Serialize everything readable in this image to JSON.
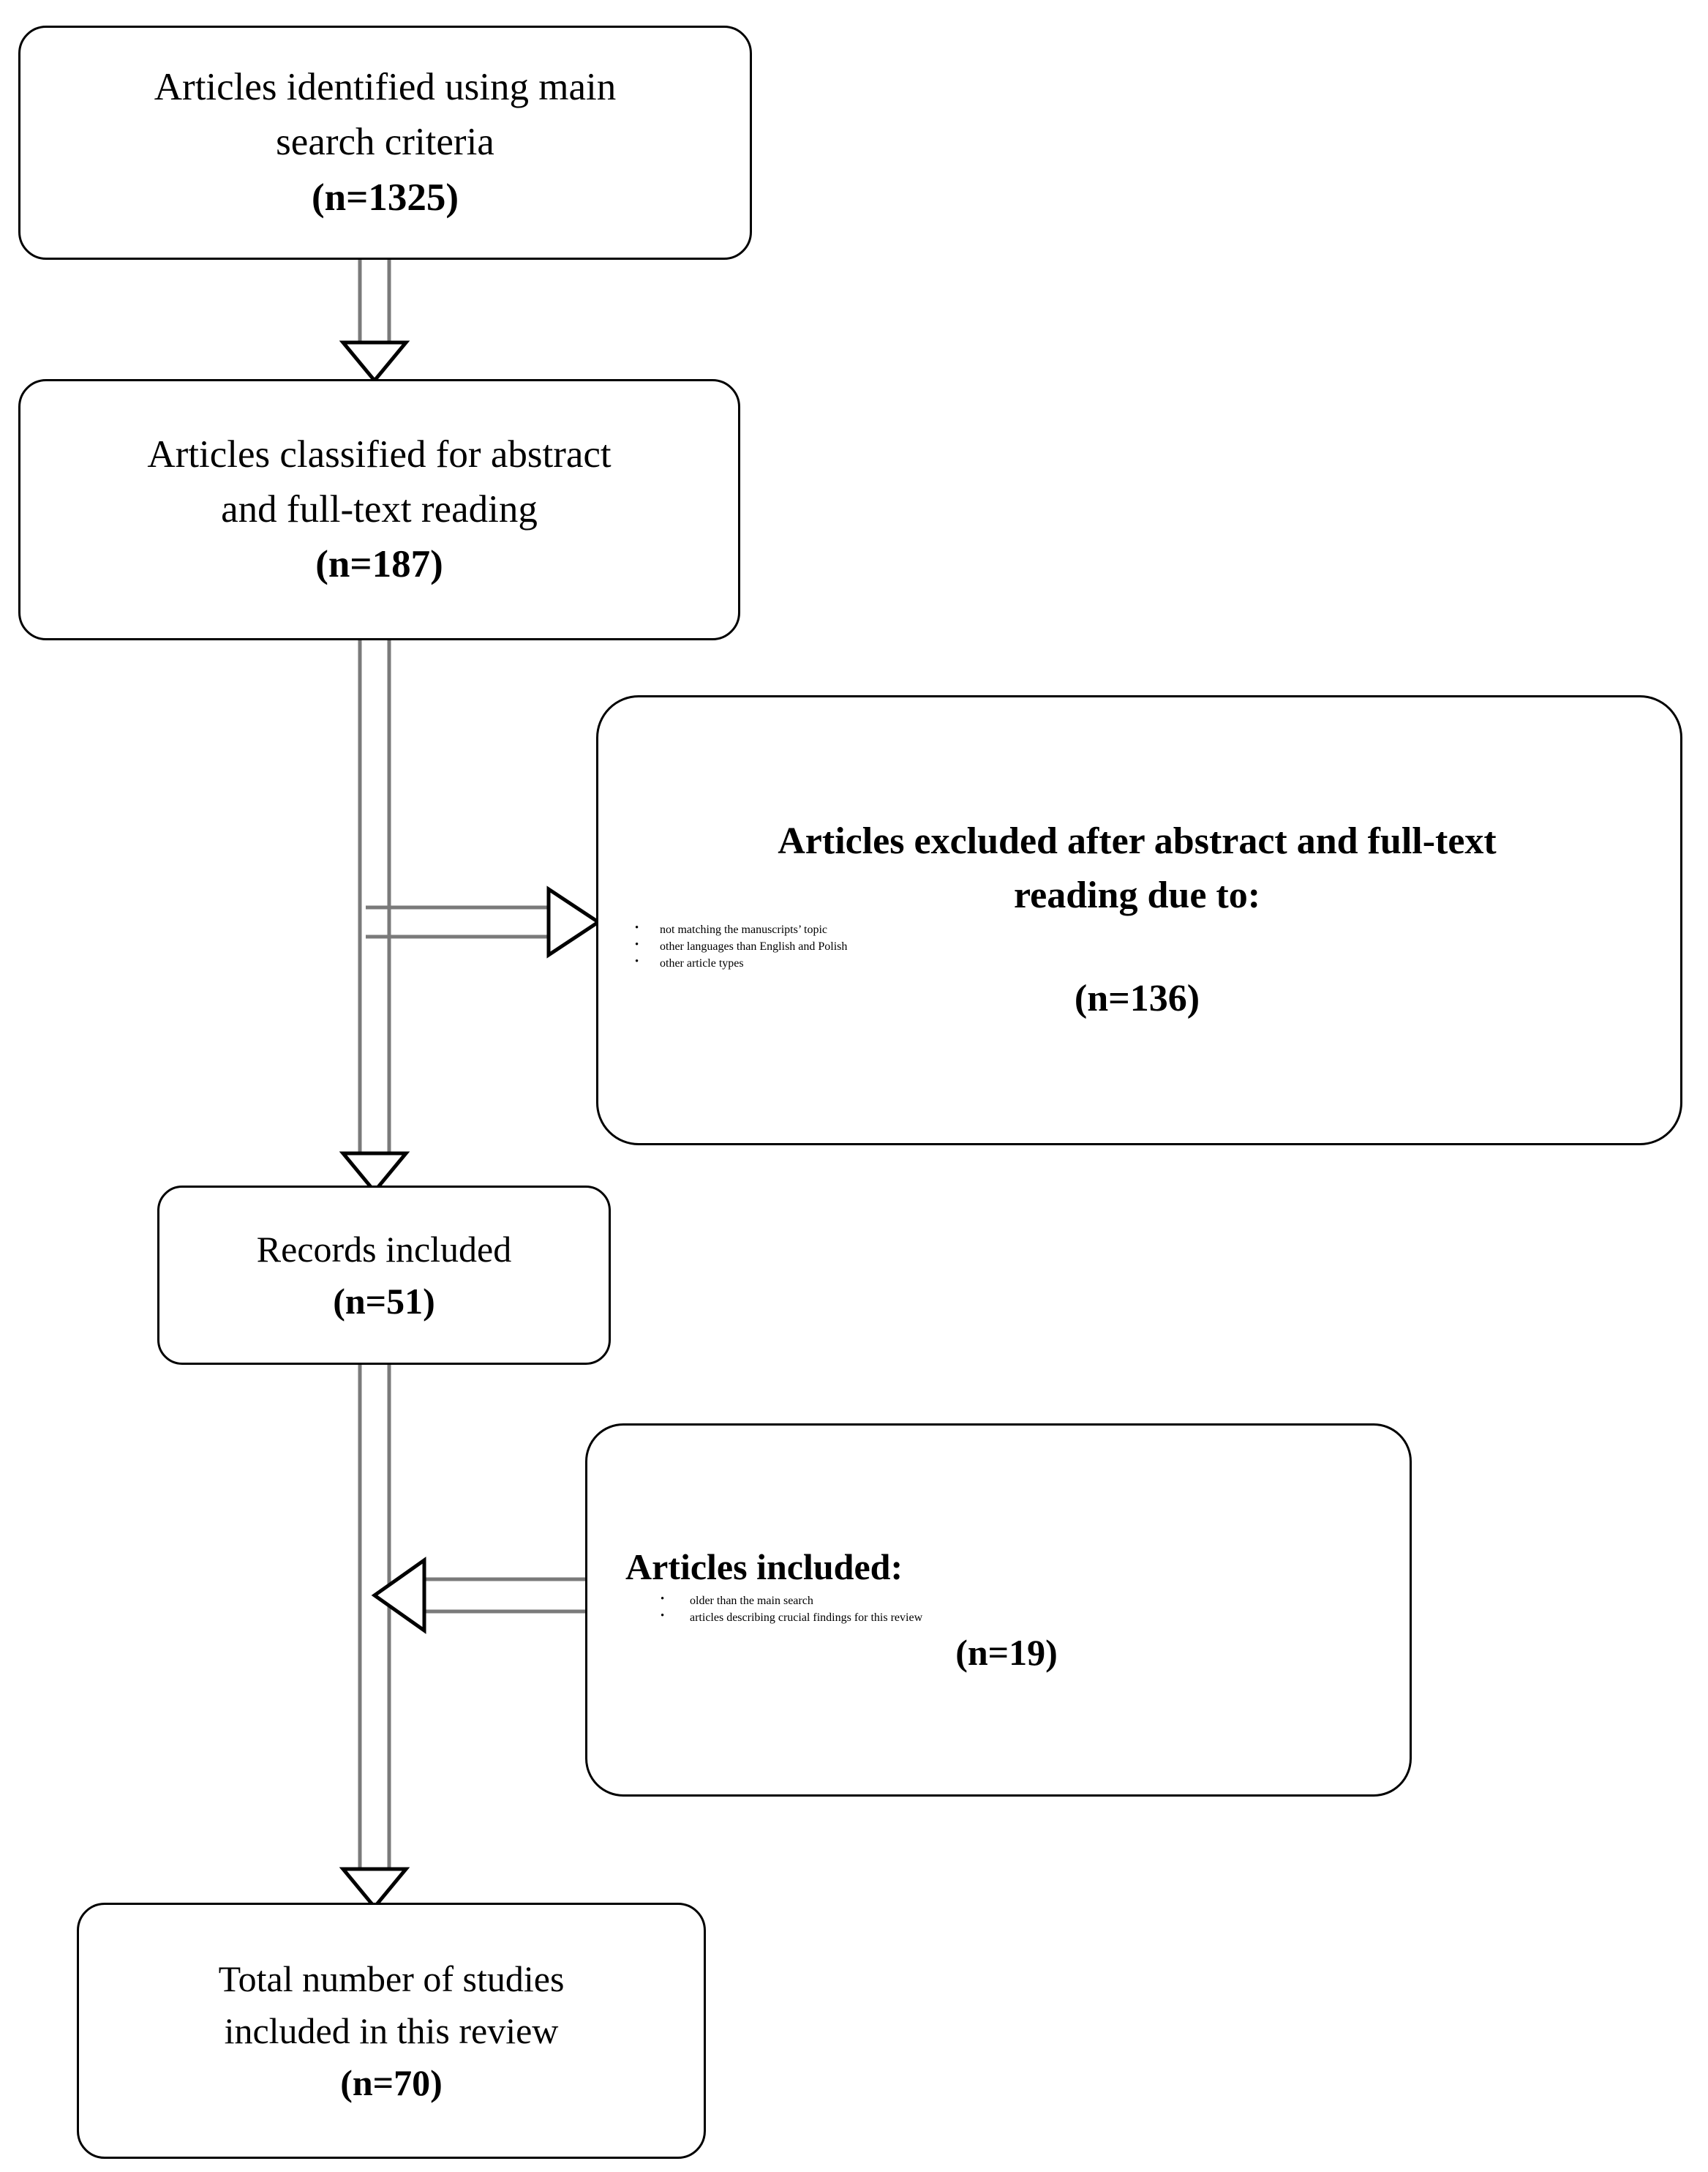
{
  "diagram": {
    "type": "prisma-flow-diagram",
    "title": "PRISMA study selection flow",
    "nodes": [
      {
        "id": "identified",
        "lines": [
          "Articles identified using main",
          "search criteria"
        ],
        "count_label": "(n=1325)",
        "count": 1325
      },
      {
        "id": "classified",
        "lines": [
          "Articles classified  for abstract",
          "and full-text  reading"
        ],
        "count_label": "(n=187)",
        "count": 187
      },
      {
        "id": "excluded",
        "heading_lines": [
          "Articles excluded after abstract and full-text",
          "reading due to:"
        ],
        "bullets": [
          "not matching the manuscripts’ topic",
          "other languages than English  and Polish",
          "other article types"
        ],
        "count_label": "(n=136)",
        "count": 136
      },
      {
        "id": "records",
        "lines": [
          "Records  included"
        ],
        "count_label": "(n=51)",
        "count": 51
      },
      {
        "id": "included",
        "heading_lines": [
          "Articles included:"
        ],
        "bullets": [
          "older  than the main  search",
          "articles describing  crucial findings  for this review"
        ],
        "count_label": "(n=19)",
        "count": 19
      },
      {
        "id": "total",
        "lines": [
          "Total number  of studies",
          "included  in this review"
        ],
        "count_label": "(n=70)",
        "count": 70
      }
    ],
    "edges": [
      {
        "id": "identified-to-classified",
        "from": "identified",
        "to": "classified",
        "direction": "down"
      },
      {
        "id": "classified-to-excluded",
        "from": "classified",
        "to": "excluded",
        "direction": "right"
      },
      {
        "id": "classified-to-records",
        "from": "classified",
        "to": "records",
        "direction": "down"
      },
      {
        "id": "included-to-records",
        "from": "included",
        "to": "records",
        "direction": "left"
      },
      {
        "id": "records-to-total",
        "from": "records",
        "to": "total",
        "direction": "down"
      }
    ],
    "style": {
      "box_border_color": "#000000",
      "box_fill_color": "#ffffff",
      "arrow_fill_color": "#ffffff",
      "arrow_outline_color": "#000000",
      "arrow_stem_color": "#7a7a7a",
      "page_background": "#ffffff"
    }
  }
}
